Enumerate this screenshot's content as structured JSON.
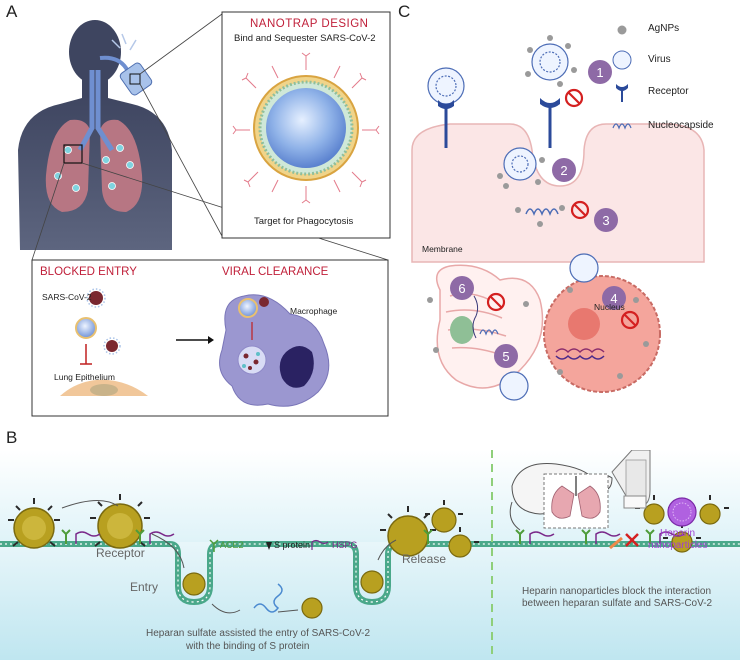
{
  "panels": {
    "a": "A",
    "b": "B",
    "c": "C"
  },
  "panel_a": {
    "nanotrap_title": "NANOTRAP DESIGN",
    "nanotrap_subtitle": "Bind and Sequester SARS-CoV-2",
    "nanotrap_bottom": "Target for Phagocytosis",
    "blocked_entry": "BLOCKED ENTRY",
    "viral_clearance": "VIRAL CLEARANCE",
    "sars_label": "SARS-CoV-2",
    "lung_label": "Lung Epithelium",
    "macrophage_label": "Macrophage"
  },
  "panel_c": {
    "legend": [
      {
        "label": "AgNPs",
        "icon": "agnp-icon"
      },
      {
        "label": "Virus",
        "icon": "virus-icon"
      },
      {
        "label": "Receptor",
        "icon": "receptor-icon"
      },
      {
        "label": "Nucleocapside",
        "icon": "nucleocapsid-icon"
      }
    ],
    "steps": [
      "1",
      "2",
      "3",
      "4",
      "5",
      "6"
    ],
    "membrane": "Membrane",
    "nucleus": "Nucleus",
    "step_color": "#8e6aa6",
    "block_color": "#d42020"
  },
  "panel_b": {
    "receptor": "Receptor",
    "entry": "Entry",
    "release": "Release",
    "legend_ace2": "ACE2",
    "legend_s": "S protein",
    "legend_hspg": "HSPG",
    "caption_left_1": "Heparan sulfate assisted the entry of SARS-CoV-2",
    "caption_left_2": "with the binding of S protein",
    "heparin_1": "Heparin",
    "heparin_2": "nanoparticles",
    "caption_right_1": "Heparin nanoparticles block the interaction",
    "caption_right_2": "between heparan sulfate and SARS-CoV-2",
    "virus_color": "#b8a020",
    "heparin_color": "#a040d0",
    "membrane_color": "#4aa88a"
  }
}
